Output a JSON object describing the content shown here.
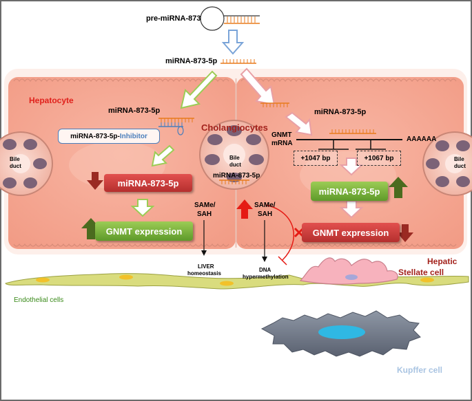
{
  "labels": {
    "pre_mirna": "pre-miRNA-873",
    "mirna_top": "miRNA-873-5p",
    "hepatocyte": "Hepatocyte",
    "mirna_left_cell": "miRNA-873-5p",
    "inhibitor_prefix": "miRNA-873-5p-",
    "inhibitor_suffix": "Inhibitor",
    "cholangiocytes": "Cholangiocytes",
    "mirna_right_cell": "miRNA-873-5p",
    "gnmt_mrna_line1": "GNMT",
    "gnmt_mrna_line2": "mRNA",
    "polya": "AAAAAA",
    "bp1": "+1047 bp",
    "bp2": "+1067 bp",
    "bile_duct_left_1": "Bile",
    "bile_duct_left_2": "duct",
    "bile_duct_center_1": "Bile",
    "bile_duct_center_2": "duct",
    "bile_duct_right_1": "Bile",
    "bile_duct_right_2": "duct",
    "mirna_center": "miRNA-873-5p",
    "left_red_box": "miRNA-873-5p",
    "left_green_box": "GNMT expression",
    "right_green_box": "miRNA-873-5p",
    "right_red_box": "GNMT expression",
    "same_left_1": "SAMe/",
    "same_left_2": "SAH",
    "same_right_1": "SAMe/",
    "same_right_2": "SAH",
    "liver_1": "LIVER",
    "liver_2": "homeostasis",
    "dna_1": "DNA",
    "dna_2": "hypermethylation",
    "hepatic_1": "Hepatic",
    "hepatic_2": "Stellate cell",
    "endothelial": "Endothelial cells",
    "kupffer": "Kupffer cell"
  },
  "colors": {
    "cell": "#f6a894",
    "red_label": "#e0211c",
    "dark_red_label": "#a3221c",
    "green_label": "#3a8a1a",
    "blue_label": "#4a7ebb",
    "kupffer_label": "#a9c4e2",
    "down_arrow": "#9a2a22",
    "up_arrow_green": "#4b6b1f",
    "up_arrow_red": "#e51b14"
  }
}
